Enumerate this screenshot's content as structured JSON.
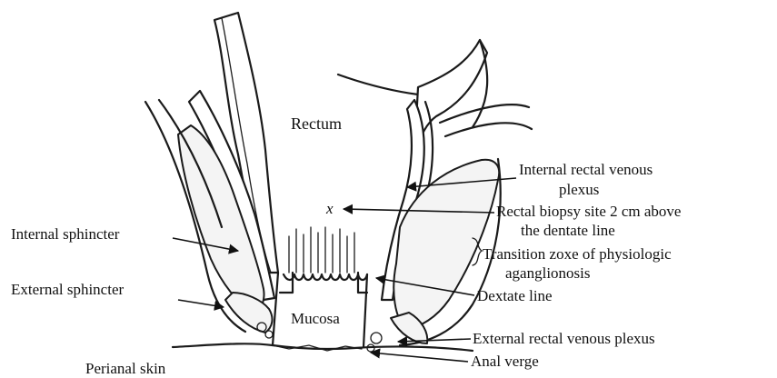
{
  "labels": {
    "rectum": "Rectum",
    "x_mark": "x",
    "internal_plexus_1": "Internal rectal venous",
    "internal_plexus_2": "plexus",
    "biopsy_1": "Rectal biopsy site 2 cm above",
    "biopsy_2": "the dentate line",
    "transition_1": "Transition zoxe of physiologic",
    "transition_2": "aganglionosis",
    "internal_sphincter": "Internal sphincter",
    "external_sphincter": "External sphincter",
    "dentate_line": "Dextate line",
    "mucosa": "Mucosa",
    "external_plexus": "External rectal venous plexus",
    "perianal_skin": "Perianal skin",
    "anal_verge": "Anal verge"
  }
}
